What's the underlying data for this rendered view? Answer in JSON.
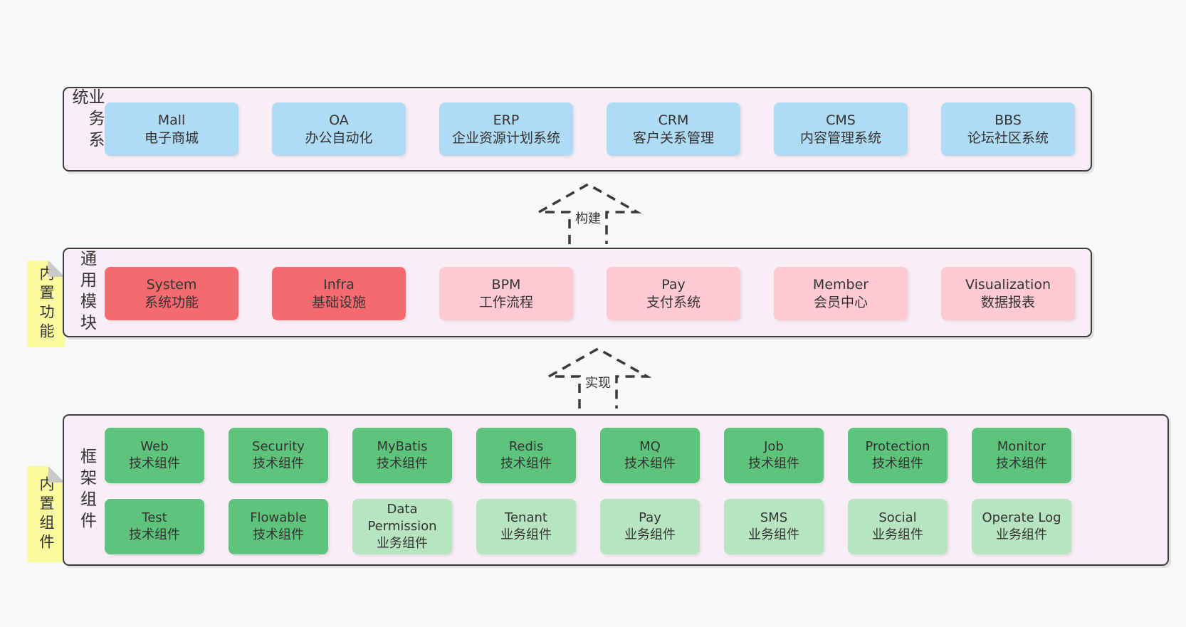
{
  "colors": {
    "page_bg": "#f8f8f8",
    "panel_bg": "#f9edf6",
    "panel_border": "#3c3c3c",
    "blue": "#afdcf4",
    "red": "#f56a6e",
    "pink": "#fec9d3",
    "green": "#5fc47b",
    "green_light": "#b7e5c1",
    "note_yellow": "#fafa9e",
    "note_fold": "#c9c9c9",
    "text": "#333333"
  },
  "arrows": [
    {
      "label": "构建"
    },
    {
      "label": "实现"
    }
  ],
  "sections": {
    "business": {
      "label": "业务系统",
      "boxes": [
        {
          "en": "Mall",
          "zh": "电子商城",
          "variant": "blue"
        },
        {
          "en": "OA",
          "zh": "办公自动化",
          "variant": "blue"
        },
        {
          "en": "ERP",
          "zh": "企业资源计划系统",
          "variant": "blue"
        },
        {
          "en": "CRM",
          "zh": "客户关系管理",
          "variant": "blue"
        },
        {
          "en": "CMS",
          "zh": "内容管理系统",
          "variant": "blue"
        },
        {
          "en": "BBS",
          "zh": "论坛社区系统",
          "variant": "blue"
        }
      ]
    },
    "modules": {
      "label": "通用模块",
      "note": "内置功能",
      "boxes": [
        {
          "en": "System",
          "zh": "系统功能",
          "variant": "red"
        },
        {
          "en": "Infra",
          "zh": "基础设施",
          "variant": "red"
        },
        {
          "en": "BPM",
          "zh": "工作流程",
          "variant": "pink"
        },
        {
          "en": "Pay",
          "zh": "支付系统",
          "variant": "pink"
        },
        {
          "en": "Member",
          "zh": "会员中心",
          "variant": "pink"
        },
        {
          "en": "Visualization",
          "zh": "数据报表",
          "variant": "pink"
        }
      ]
    },
    "components": {
      "label": "框架组件",
      "note": "内置组件",
      "rows": [
        [
          {
            "en": "Web",
            "zh": "技术组件",
            "variant": "green"
          },
          {
            "en": "Security",
            "zh": "技术组件",
            "variant": "green"
          },
          {
            "en": "MyBatis",
            "zh": "技术组件",
            "variant": "green"
          },
          {
            "en": "Redis",
            "zh": "技术组件",
            "variant": "green"
          },
          {
            "en": "MQ",
            "zh": "技术组件",
            "variant": "green"
          },
          {
            "en": "Job",
            "zh": "技术组件",
            "variant": "green"
          },
          {
            "en": "Protection",
            "zh": "技术组件",
            "variant": "green"
          },
          {
            "en": "Monitor",
            "zh": "技术组件",
            "variant": "green"
          }
        ],
        [
          {
            "en": "Test",
            "zh": "技术组件",
            "variant": "green"
          },
          {
            "en": "Flowable",
            "zh": "技术组件",
            "variant": "green"
          },
          {
            "en": "Data Permission",
            "zh": "业务组件",
            "variant": "green-light"
          },
          {
            "en": "Tenant",
            "zh": "业务组件",
            "variant": "green-light"
          },
          {
            "en": "Pay",
            "zh": "业务组件",
            "variant": "green-light"
          },
          {
            "en": "SMS",
            "zh": "业务组件",
            "variant": "green-light"
          },
          {
            "en": "Social",
            "zh": "业务组件",
            "variant": "green-light"
          },
          {
            "en": "Operate Log",
            "zh": "业务组件",
            "variant": "green-light"
          }
        ]
      ]
    }
  }
}
